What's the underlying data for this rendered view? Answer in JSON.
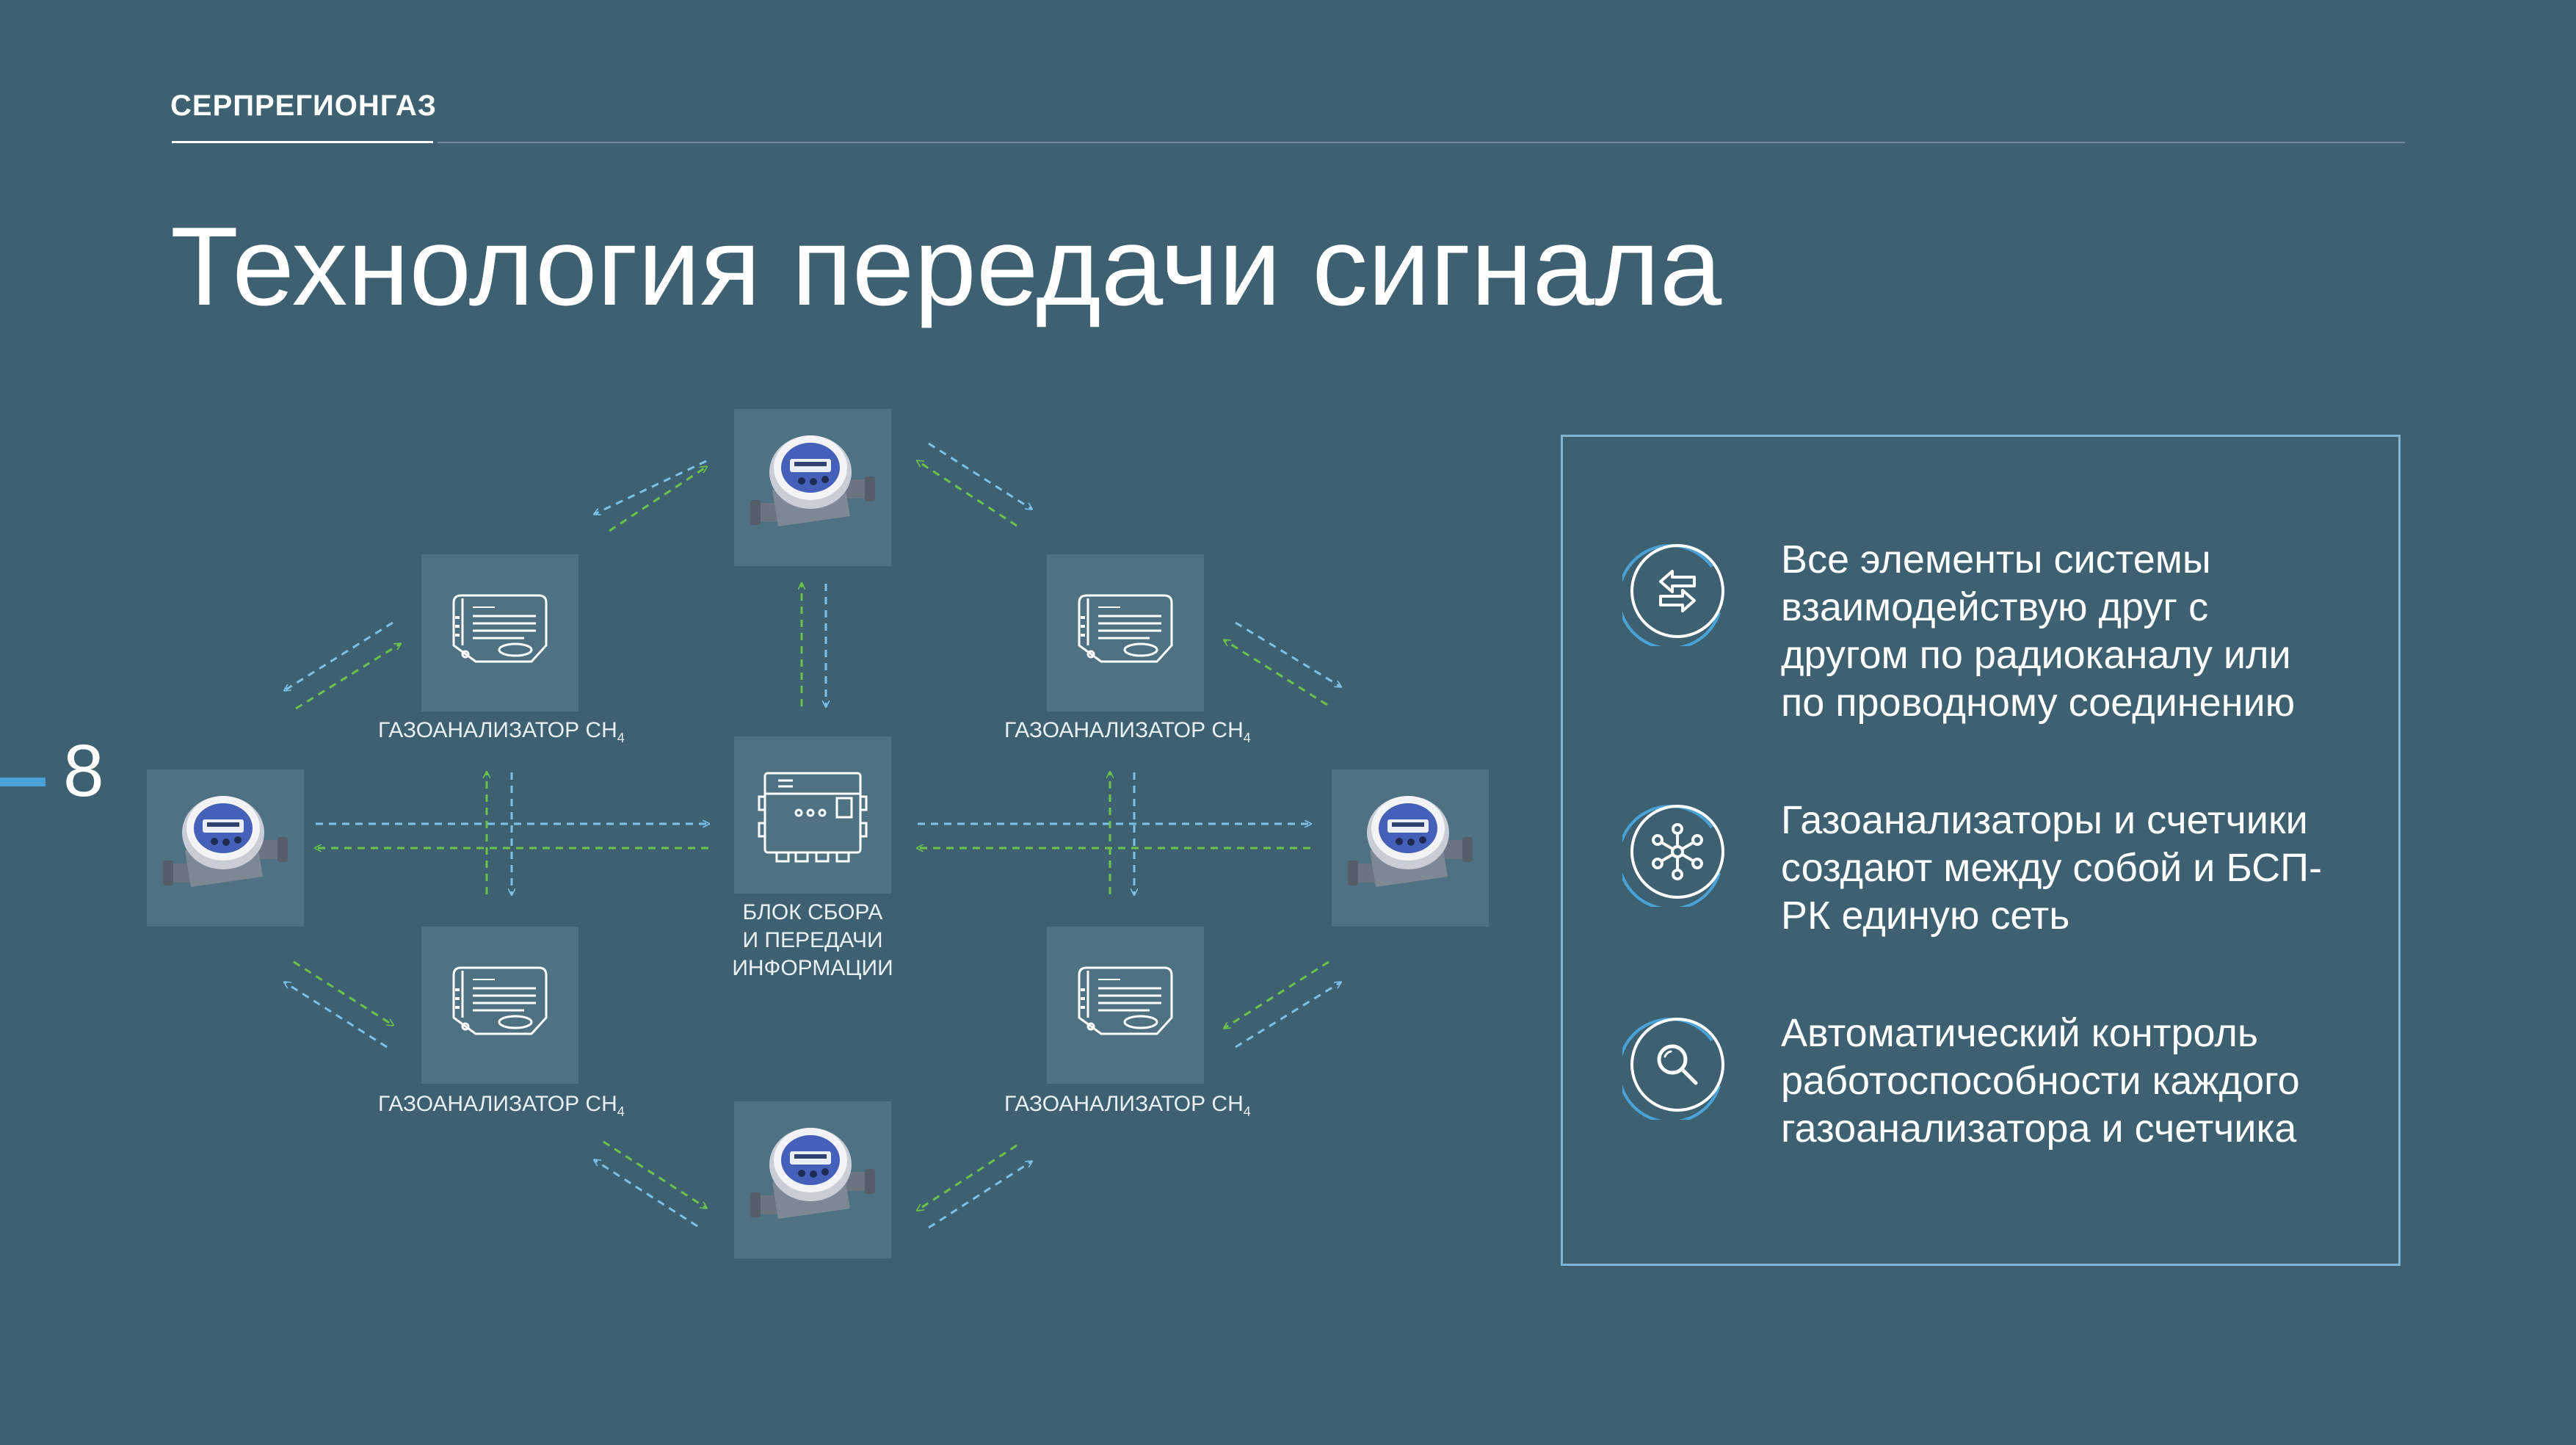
{
  "header": {
    "brand": "СЕРПРЕГИОНГАЗ"
  },
  "title": "Технология передачи сигнала",
  "page_number": "8",
  "diagram": {
    "hub_label": [
      "БЛОК СБОРА",
      "И ПЕРЕДАЧИ",
      "ИНФОРМАЦИИ"
    ],
    "analyzer_label": "ГАЗОАНАЛИЗАТОР СН",
    "analyzer_sub": "4",
    "colors": {
      "tile": "#4f7283",
      "arrow_green": "#6cc24a",
      "arrow_blue": "#7cc1ea",
      "background": "#3e6172"
    }
  },
  "features": [
    {
      "icon": "exchange-arrows-icon",
      "text": "Все элементы системы взаимодействую друг с другом по радиоканалу или по проводному соединению"
    },
    {
      "icon": "network-nodes-icon",
      "text": "Газоанализаторы и счетчики создают между собой и БСП-РК единую сеть"
    },
    {
      "icon": "magnifier-icon",
      "text": "Автоматический контроль работоспособности каждого газоанализатора и счетчика"
    }
  ]
}
